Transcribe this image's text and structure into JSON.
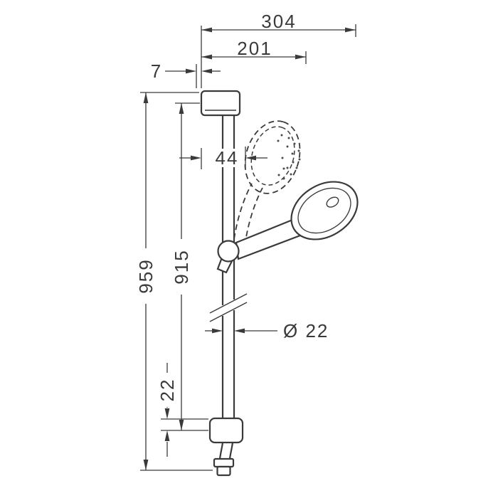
{
  "page": {
    "background": "#ffffff",
    "line_color": "#3a3a3a"
  },
  "drawing": {
    "name": "shower-rail-set-dimensional-drawing",
    "dimensions": {
      "overall_width": "304",
      "upper_width": "201",
      "bracket_offset": "7",
      "head_offset": "44",
      "overall_height": "959",
      "bar_height": "915",
      "bar_diameter": "Ø 22",
      "bottom_offset": "22"
    }
  }
}
